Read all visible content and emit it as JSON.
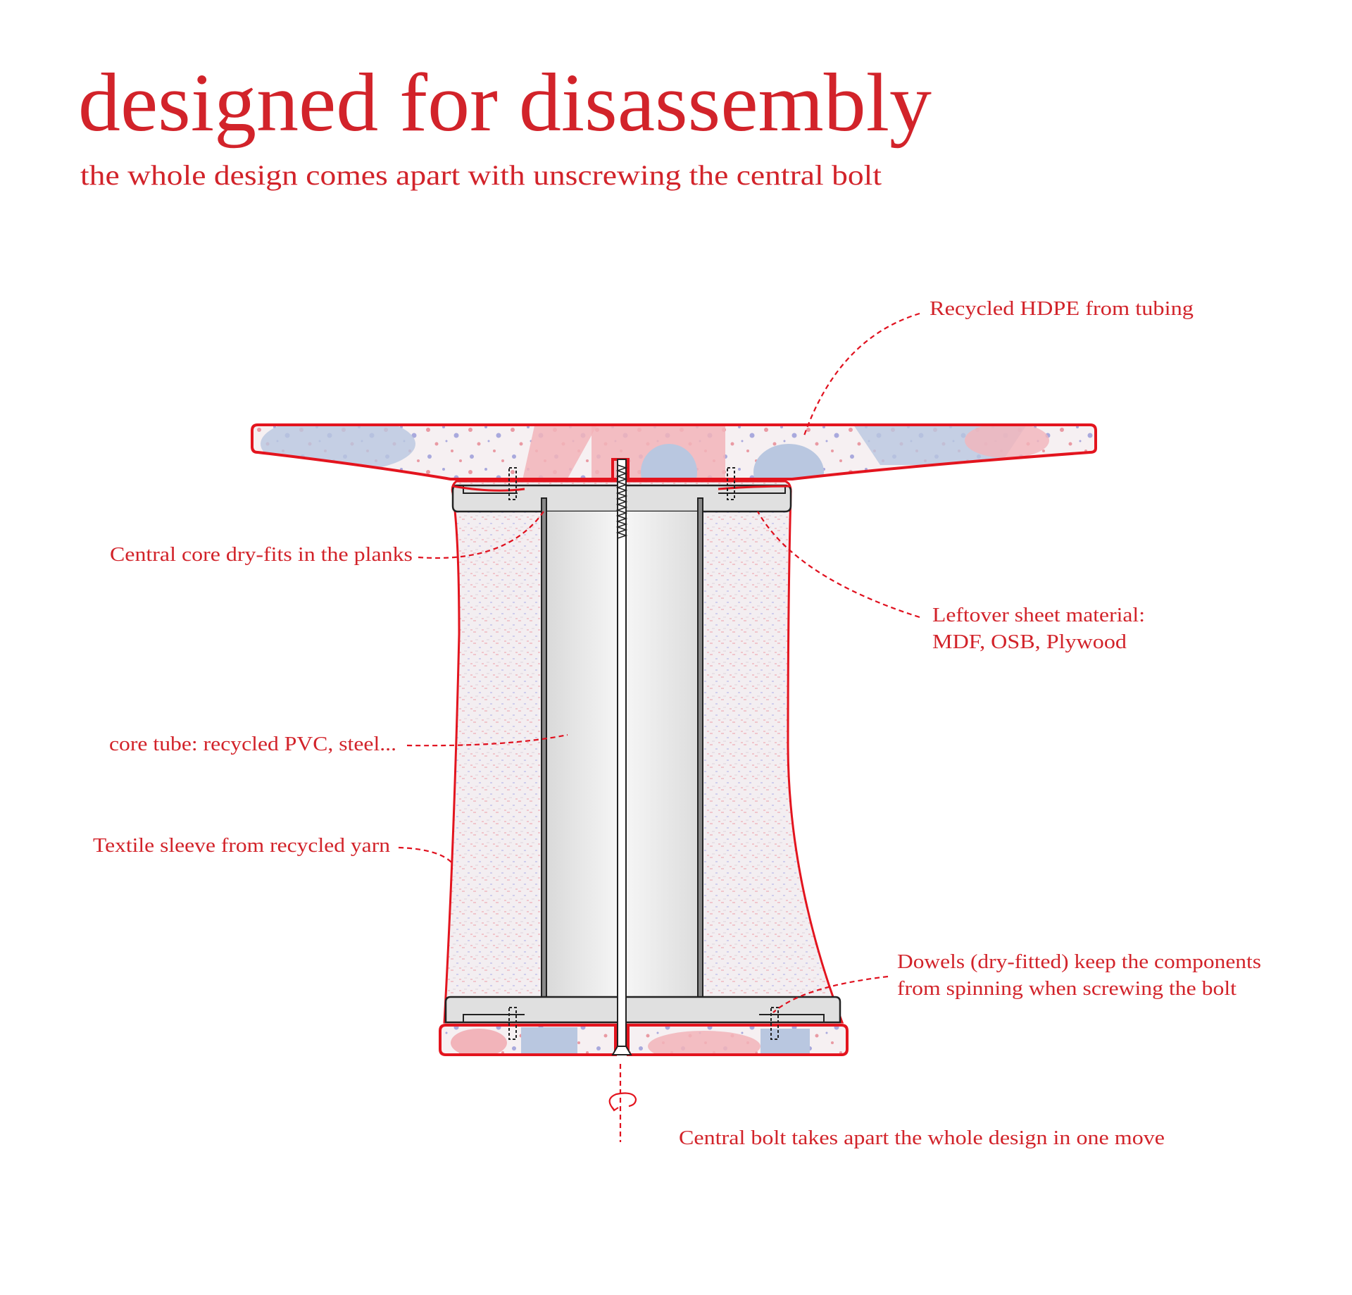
{
  "title": "designed for disassembly",
  "subtitle": "the whole design comes apart with unscrewing the central bolt",
  "labels": {
    "hdpe": "Recycled HDPE from tubing",
    "central_core": "Central core dry-fits in the planks",
    "leftover_line1": "Leftover sheet material:",
    "leftover_line2": "MDF, OSB, Plywood",
    "core_tube": "core tube: recycled PVC, steel...",
    "textile": "Textile sleeve from recycled yarn",
    "dowels_line1": "Dowels (dry-fitted) keep the components",
    "dowels_line2": "from spinning when screwing the bolt",
    "bolt": "Central bolt takes apart the whole design in one move"
  },
  "colors": {
    "accent": "#d2232a",
    "outline": "#e3141e",
    "pink": "#f2b4ba",
    "blue": "#b9c7e0",
    "plank": "#e0e0e0"
  }
}
